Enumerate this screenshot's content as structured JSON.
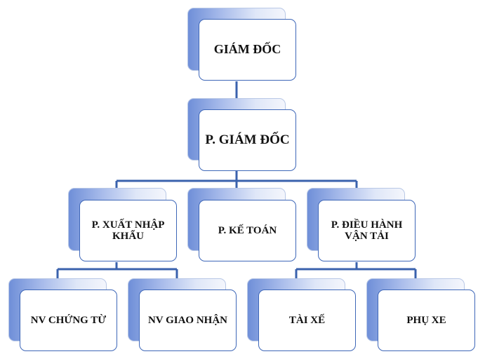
{
  "diagram": {
    "nodes": {
      "ceo": {
        "label": "GIÁM ĐỐC"
      },
      "deputy": {
        "label": "P. GIÁM ĐỐC"
      },
      "import_export": {
        "label": "P. XUẤT NHẬP KHẨU"
      },
      "accounting": {
        "label": "P. KẾ TOÁN"
      },
      "transport": {
        "label": "P. ĐIỀU HÀNH VẬN TẢI"
      },
      "documents": {
        "label": "NV CHỨNG TỪ"
      },
      "delivery": {
        "label": "NV GIAO NHẬN"
      },
      "driver": {
        "label": "TÀI XẾ"
      },
      "driver_assistant": {
        "label": "PHỤ XE"
      }
    },
    "colors": {
      "connector": "#3a62ad",
      "box_border": "#3e67b8",
      "back_dark": "#6f8fd8",
      "back_light": "#f4f6fc"
    }
  }
}
